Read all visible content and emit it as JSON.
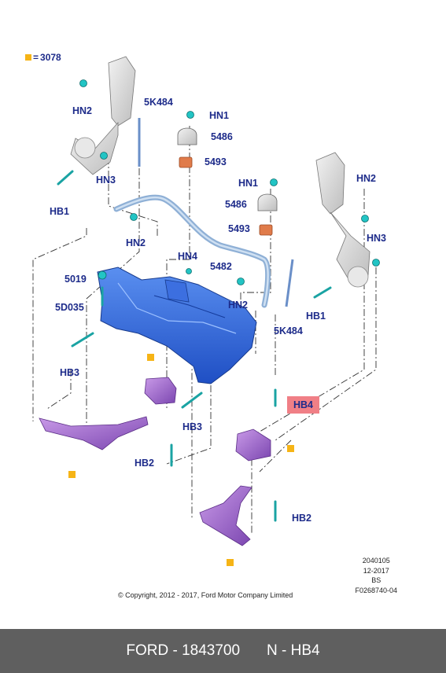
{
  "legend": {
    "value": "3078"
  },
  "labels": {
    "hn2_tl": "HN2",
    "k484_top": "5K484",
    "hn1_top": "HN1",
    "p5486_top": "5486",
    "p5493_top": "5493",
    "hn3_left": "HN3",
    "hb1_left": "HB1",
    "hn2_center": "HN2",
    "hn1_mid": "HN1",
    "p5486_mid": "5486",
    "p5493_mid": "5493",
    "hn2_right": "HN2",
    "hn3_right": "HN3",
    "hn4": "HN4",
    "p5482": "5482",
    "p5019": "5019",
    "p5d035": "5D035",
    "hn2_lower": "HN2",
    "hb1_right": "HB1",
    "k484_right": "5K484",
    "hb3_left": "HB3",
    "hb4": "HB4",
    "hb3_center": "HB3",
    "hb2_left": "HB2",
    "hb2_right": "HB2"
  },
  "meta": {
    "line1": "2040105",
    "line2": "12-2017",
    "line3": "BS",
    "line4": "F0268740-04"
  },
  "copyright": "© Copyright, 2012 - 2017, Ford Motor Company Limited",
  "footer": {
    "part": "FORD - 1843700",
    "code": "N - HB4"
  },
  "colors": {
    "highlight": "#f07f86",
    "label": "#1d2b8a",
    "legend_square": "#f6b416",
    "footer_bg": "#5f5f5f"
  }
}
